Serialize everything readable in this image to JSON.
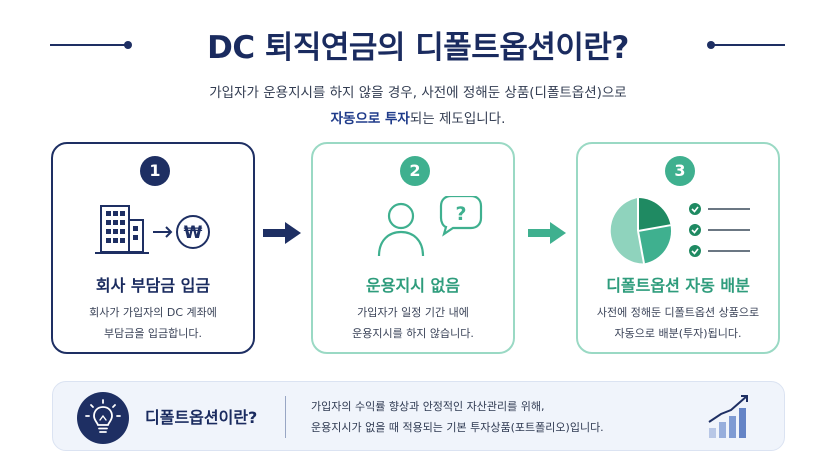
{
  "header": {
    "title": "DC 퇴직연금의 디폴트옵션이란?"
  },
  "intro": {
    "line1": "가입자가 운용지시를 하지 않을 경우, 사전에 정해둔 상품(디폴트옵션)으로",
    "line2_emphasis": "자동으로 투자",
    "line2_rest": "되는 제도입니다."
  },
  "steps": [
    {
      "number": "1",
      "title": "회사 부담금 입금",
      "desc_line1": "회사가 가입자의 DC 계좌에",
      "desc_line2": "부담금을 입금합니다.",
      "icon_text": "₩"
    },
    {
      "number": "2",
      "title": "운용지시 없음",
      "desc_line1": "가입자가 일정 기간 내에",
      "desc_line2": "운용지시를 하지 않습니다.",
      "icon_text": "?"
    },
    {
      "number": "3",
      "title": "디폴트옵션 자동 배분",
      "desc_line1": "사전에 정해둔 디폴트옵션 상품으로",
      "desc_line2": "자동으로 배분(투자)됩니다."
    }
  ],
  "info": {
    "title": "디폴트옵션이란?",
    "desc_line1": "가입자의 수익률 향상과 안정적인 자산관리를 위해,",
    "desc_line2": "운용지시가 없을 때 적용되는 기본 투자상품(포트폴리오)입니다."
  },
  "icons": {
    "step1": [
      "building-icon",
      "arrow-right-icon",
      "won-coin-icon"
    ],
    "step2": [
      "person-icon",
      "question-bubble-icon"
    ],
    "step3": [
      "pie-chart-icon",
      "checklist-icon"
    ],
    "info": [
      "lightbulb-icon",
      "growth-chart-icon"
    ]
  },
  "colors": {
    "navy": "#1e2f63",
    "teal": "#3fb08f",
    "teal_light": "#9ad9c4",
    "info_bg": "#f0f4fb"
  }
}
